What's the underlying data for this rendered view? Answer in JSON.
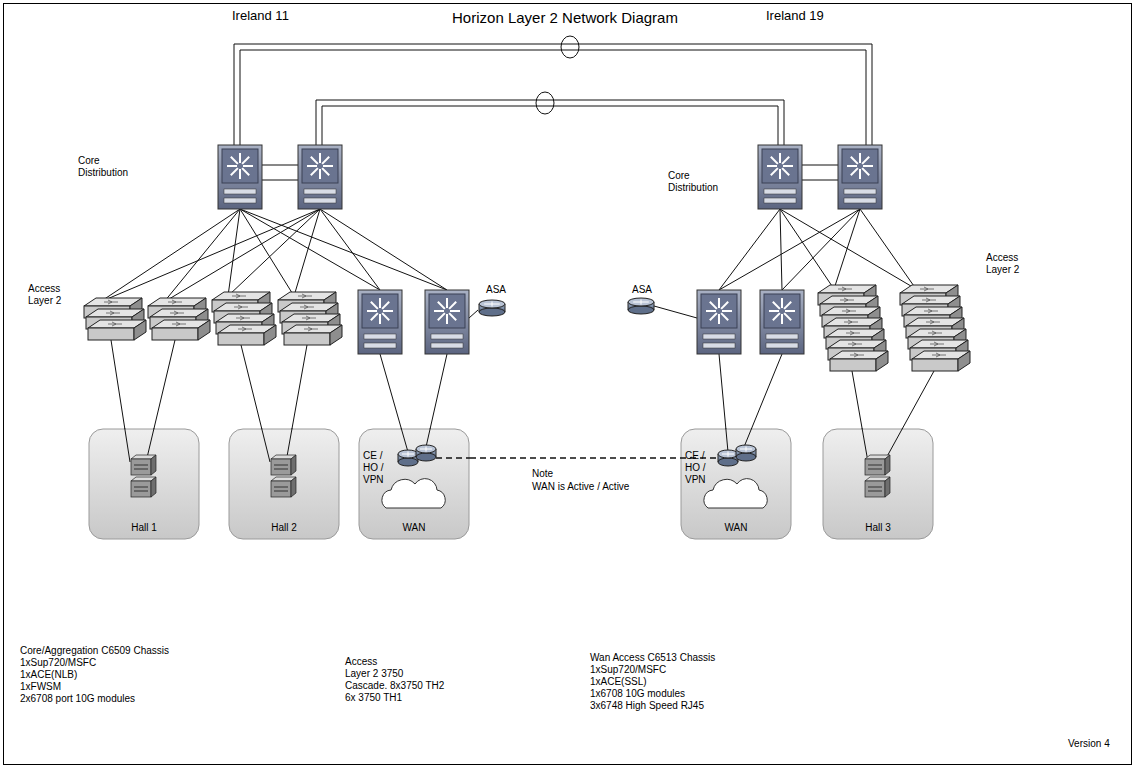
{
  "diagram": {
    "title": "Horizon Layer 2 Network Diagram",
    "nodes": [
      {
        "text": [
          "Hall 1"
        ]
      },
      {
        "text": [
          "Hall 2"
        ]
      },
      {
        "text": [
          "CE / HO / VPN",
          "WAN"
        ]
      },
      {
        "text": [
          "CE / HO / VPN",
          "WAN"
        ]
      },
      {
        "text": [
          "Hall 3"
        ]
      }
    ],
    "edges": [
      {
        "from": 2,
        "to": 3,
        "arrow": "none"
      }
    ],
    "labels": [
      "Ireland 11",
      "Ireland 19",
      "Core Distribution",
      "Core Distribution",
      "Access Layer 2",
      "ASA",
      "ASA",
      "Access Layer 2",
      "Note",
      "WAN is Active / Active",
      "Core/Aggregation C6509 Chassis",
      "1xSup720/MSFC",
      "1xACE(NLB)",
      "1xFWSM",
      "2x6708 port 10G modules",
      "Access",
      "Layer 2 3750",
      "Cascade. 8x3750 TH2",
      "6x 3750 TH1",
      "Wan Access C6513 Chassis",
      "1xSup720/MSFC",
      "1xACE(SSL)",
      "1x6708 10G modules",
      "3x6748 High Speed RJ45",
      "Version 4"
    ]
  }
}
